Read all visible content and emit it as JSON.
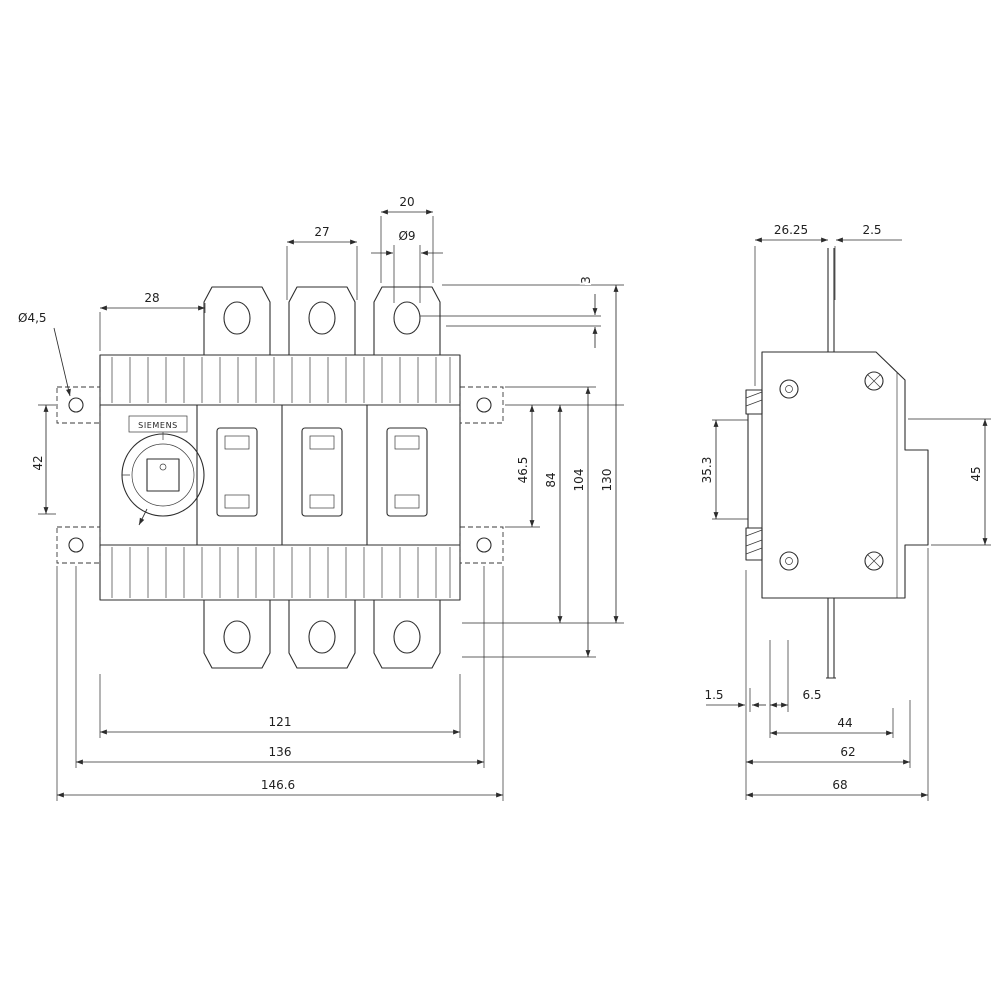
{
  "drawing": {
    "brand_label": "SIEMENS",
    "front": {
      "dim_20": "20",
      "dim_27": "27",
      "dim_hole": "Ø9",
      "dim_28": "28",
      "dim_3": "3",
      "dim_mount_hole": "Ø4,5",
      "dim_42": "42",
      "dim_46_5": "46.5",
      "dim_84": "84",
      "dim_104": "104",
      "dim_130": "130",
      "dim_121": "121",
      "dim_136": "136",
      "dim_146_6": "146.6"
    },
    "side": {
      "dim_26_25": "26.25",
      "dim_2_5": "2.5",
      "dim_35_3": "35.3",
      "dim_45": "45",
      "dim_1_5": "1.5",
      "dim_6_5": "6.5",
      "dim_44": "44",
      "dim_62": "62",
      "dim_68": "68"
    }
  }
}
